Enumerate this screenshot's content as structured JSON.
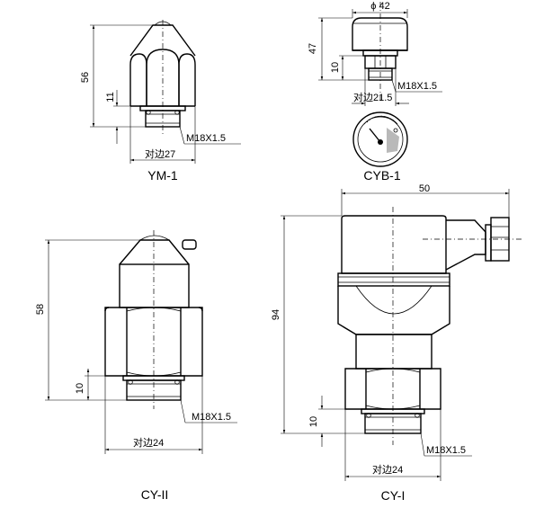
{
  "figures": {
    "ym1": {
      "title": "YM-1",
      "height": "56",
      "thread_len": "11",
      "thread": "M18X1.5",
      "across_flats": "对边27"
    },
    "cyb1": {
      "title": "CYB-1",
      "diameter": "ϕ 42",
      "height": "47",
      "thread_len": "10",
      "thread": "M18X1.5",
      "across_flats": "对边21.5"
    },
    "cy2": {
      "title": "CY-II",
      "height": "58",
      "thread_len": "10",
      "thread": "M18X1.5",
      "across_flats": "对边24"
    },
    "cy1": {
      "title": "CY-I",
      "width": "50",
      "height": "94",
      "thread_len": "10",
      "thread": "M18X1.5",
      "across_flats": "对边24"
    }
  }
}
